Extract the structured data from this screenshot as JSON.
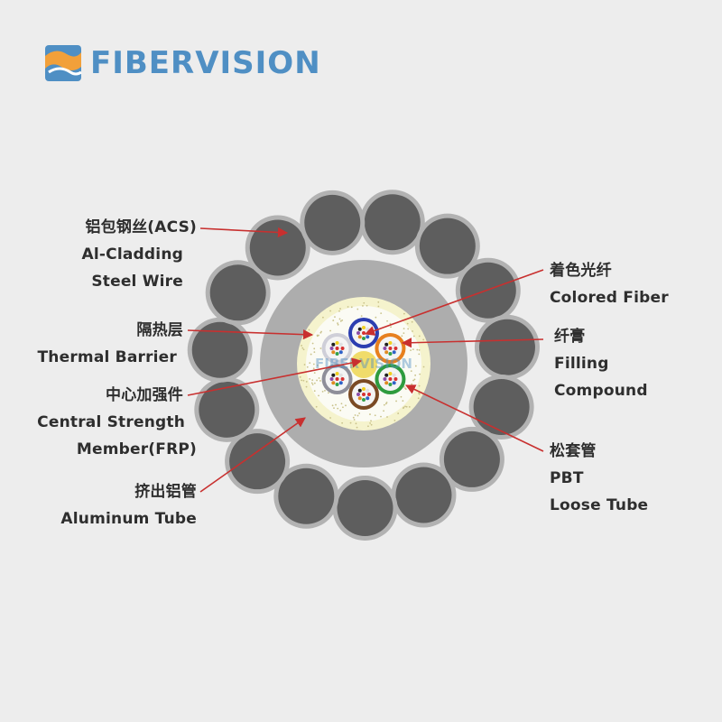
{
  "brand": {
    "name": "FIBERVISION",
    "colors": {
      "blue": "#4f8fc4",
      "orange": "#f2a03a"
    }
  },
  "watermark": "FIBERVISION",
  "labels": {
    "acs": {
      "zh": "铝包钢丝(ACS)",
      "en1": "Al-Cladding",
      "en2": "Steel Wire"
    },
    "thermal": {
      "zh": "隔热层",
      "en1": "Thermal Barrier"
    },
    "frp": {
      "zh": "中心加强件",
      "en1": "Central Strength",
      "en2": "Member(FRP)"
    },
    "alu": {
      "zh": "挤出铝管",
      "en1": "Aluminum Tube"
    },
    "colored": {
      "zh": "着色光纤",
      "en1": "Colored Fiber"
    },
    "filling": {
      "zh": "纤膏",
      "en1": "Filling",
      "en2": "Compound"
    },
    "tube": {
      "zh": "松套管",
      "en1": "PBT",
      "en2": "Loose Tube"
    }
  },
  "tube_colors": [
    "#2c3eb0",
    "#e7801e",
    "#2e9b3e",
    "#7a4a24",
    "#8e8e99",
    "#cfcfd8"
  ],
  "fiber_colors": [
    "#d63030",
    "#2f62c8",
    "#33a048",
    "#e08a20",
    "#8a4aa8",
    "#1f1f1f",
    "#f0d020",
    "#e0e0e0"
  ],
  "colors": {
    "background": "#ededed",
    "wire_outer": "#b2b2b2",
    "wire_core": "#5e5e5e",
    "aluminum": "#adadad",
    "thermal": "#f5f3cd",
    "arrow": "#c8302f",
    "text": "#2e2e2e"
  }
}
